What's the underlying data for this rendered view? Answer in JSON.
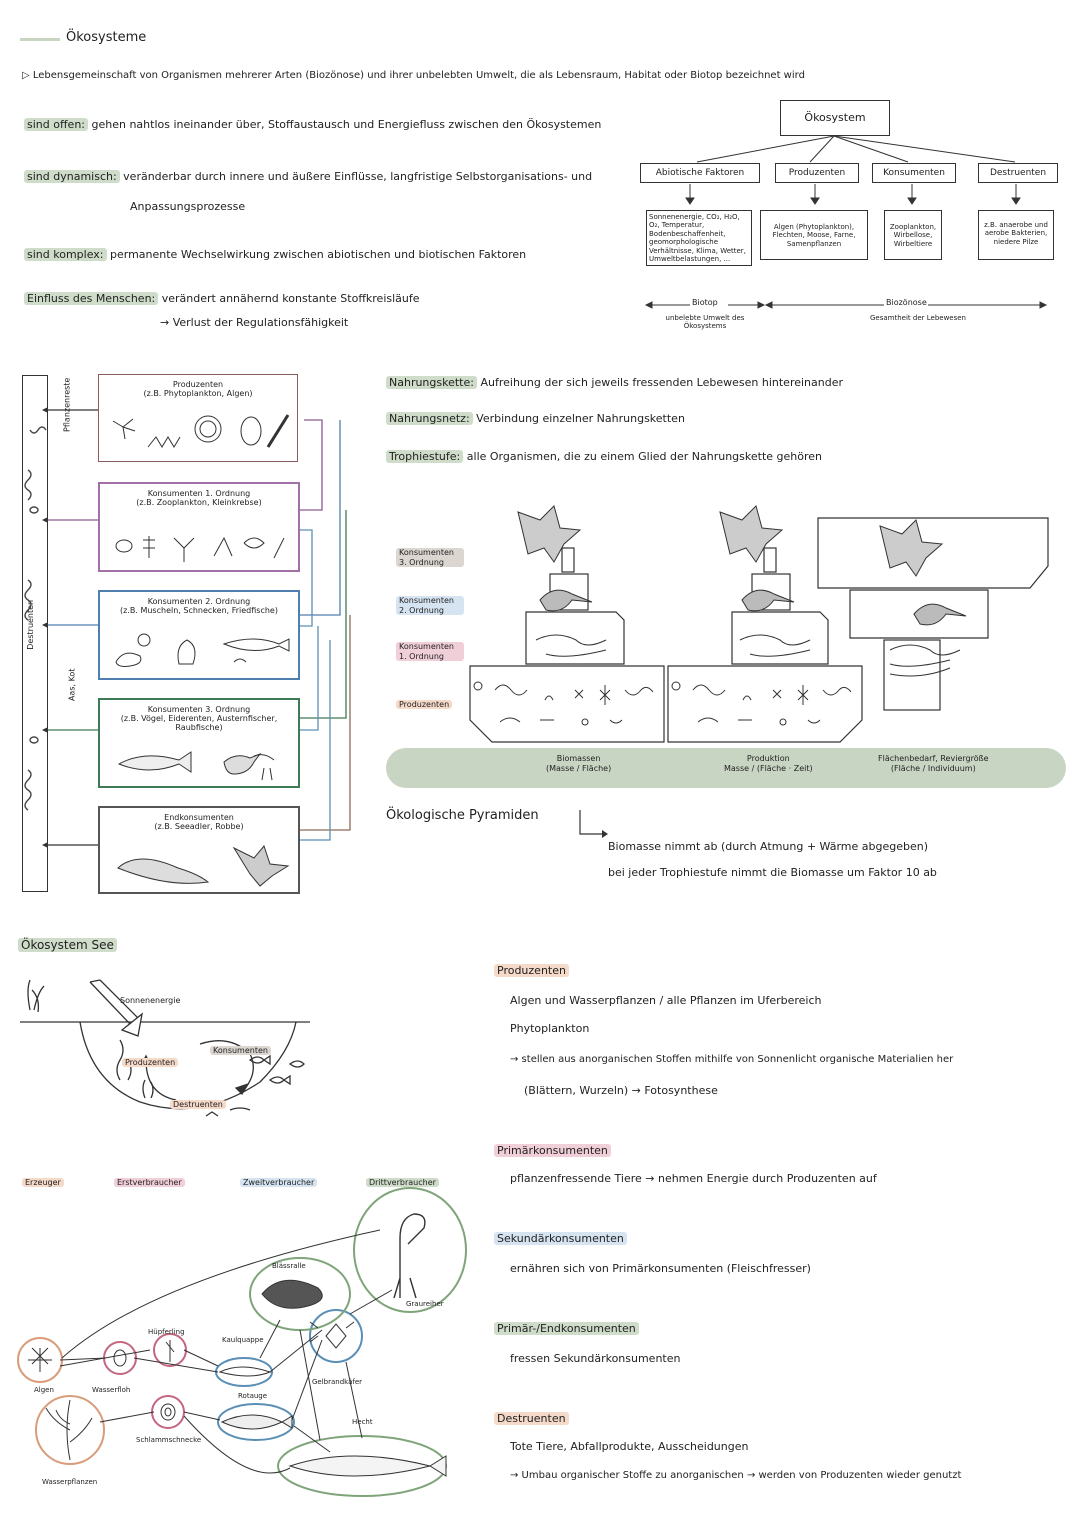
{
  "title": "Ökosysteme",
  "definition": "Lebensgemeinschaft von Organismen mehrerer Arten (Biozönose) und ihrer unbelebten Umwelt, die als Lebensraum, Habitat oder Biotop bezeichnet wird",
  "properties": [
    {
      "label": "sind offen:",
      "text": "gehen nahtlos ineinander über, Stoffaustausch und Energiefluss zwischen den Ökosystemen"
    },
    {
      "label": "sind dynamisch:",
      "text": "veränderbar durch innere und äußere Einflüsse, langfristige Selbstorganisations- und",
      "text2": "Anpassungsprozesse"
    },
    {
      "label": "sind komplex:",
      "text": "permanente Wechselwirkung zwischen abiotischen und biotischen Faktoren"
    },
    {
      "label": "Einfluss des Menschen:",
      "text": "verändert annähernd konstante Stoffkreisläufe",
      "text2": "→ Verlust der Regulationsfähigkeit"
    }
  ],
  "tree": {
    "root": "Ökosystem",
    "nodes": [
      {
        "label": "Abiotische Faktoren",
        "detail": "Sonnenenergie, CO₂, H₂O, O₂, Temperatur, Bodenbeschaffenheit, geomorphologische Verhältnisse, Klima, Wetter, Umweltbelastungen, ..."
      },
      {
        "label": "Produzenten",
        "detail": "Algen (Phytoplankton), Flechten, Moose, Farne, Samenpflanzen"
      },
      {
        "label": "Konsumenten",
        "detail": "Zooplankton, Wirbellose, Wirbeltiere"
      },
      {
        "label": "Destruenten",
        "detail": "z.B. anaerobe und aerobe Bakterien, niedere Pilze"
      }
    ],
    "biotop": "Biotop",
    "biotop_desc": "unbelebte Umwelt des Ökosystems",
    "biozoenose": "Biozönose",
    "biozoenose_desc": "Gesamtheit der Lebewesen"
  },
  "levels_diagram": {
    "side_left": "Destruenten",
    "side_top": "Pflanzenreste",
    "side_mid": "Aas, Kot",
    "boxes": [
      {
        "title": "Produzenten",
        "example": "(z.B. Phytoplankton, Algen)"
      },
      {
        "title": "Konsumenten 1. Ordnung",
        "example": "(z.B. Zooplankton, Kleinkrebse)"
      },
      {
        "title": "Konsumenten 2. Ordnung",
        "example": "(z.B. Muscheln, Schnecken, Friedfische)"
      },
      {
        "title": "Konsumenten 3. Ordnung",
        "example": "(z.B. Vögel, Eiderenten, Austernfischer, Raubfische)"
      },
      {
        "title": "Endkonsumenten",
        "example": "(z.B. Seeadler, Robbe)"
      }
    ]
  },
  "definitions": [
    {
      "term": "Nahrungskette:",
      "text": "Aufreihung der sich jeweils fressenden Lebewesen hintereinander"
    },
    {
      "term": "Nahrungsnetz:",
      "text": "Verbindung einzelner Nahrungsketten"
    },
    {
      "term": "Trophiestufe:",
      "text": "alle Organismen, die zu einem Glied der Nahrungskette gehören"
    }
  ],
  "pyramid_legend": [
    {
      "label": "Konsumenten 3. Ordnung",
      "color": "#dcd6d1"
    },
    {
      "label": "Konsumenten 2. Ordnung",
      "color": "#d6e4f1"
    },
    {
      "label": "Konsumenten 1. Ordnung",
      "color": "#f1cfd9"
    },
    {
      "label": "Produzenten",
      "color": "#f5d9c9"
    }
  ],
  "pyramid_captions": [
    {
      "title": "Biomassen",
      "sub": "(Masse / Fläche)"
    },
    {
      "title": "Produktion",
      "sub": "Masse / (Fläche · Zeit)"
    },
    {
      "title": "Flächenbedarf, Reviergröße",
      "sub": "(Fläche / Individuum)"
    }
  ],
  "pyramid_title": "Ökologische Pyramiden",
  "pyramid_notes": [
    "Biomasse nimmt ab (durch Atmung + Wärme abgegeben)",
    "bei jeder Trophiestufe nimmt die Biomasse um Faktor 10 ab"
  ],
  "lake": {
    "title": "Ökosystem See",
    "sun": "Sonnenenergie",
    "producers": "Produzenten",
    "consumers": "Konsumenten",
    "decomposers": "Destruenten"
  },
  "web_headers": [
    {
      "label": "Erzeuger",
      "color": "#f5d9c9"
    },
    {
      "label": "Erstverbraucher",
      "color": "#f1cfd9"
    },
    {
      "label": "Zweitverbraucher",
      "color": "#d6e4f1"
    },
    {
      "label": "Drittverbraucher",
      "color": "#cfdcc9"
    }
  ],
  "web_organisms": {
    "algen": "Algen",
    "wasserpflanzen": "Wasserpflanzen",
    "wasserfloh": "Wasserfloh",
    "huepferling": "Hüpferling",
    "schlamm": "Schlammschnecke",
    "kaulquappe": "Kaulquappe",
    "rotauge": "Rotauge",
    "blaessralle": "Blässralle",
    "gelbrand": "Gelbrandkäfer",
    "graureiher": "Graureiher",
    "hecht": "Hecht"
  },
  "roles": [
    {
      "term": "Produzenten",
      "color": "#f5d9c9",
      "lines": [
        "Algen und Wasserpflanzen / alle Pflanzen im Uferbereich",
        "Phytoplankton",
        "→ stellen aus anorganischen Stoffen mithilfe von Sonnenlicht organische Materialien her",
        "(Blättern, Wurzeln) → Fotosynthese"
      ]
    },
    {
      "term": "Primärkonsumenten",
      "color": "#f1cfd9",
      "lines": [
        "pflanzenfressende Tiere → nehmen Energie durch Produzenten auf"
      ]
    },
    {
      "term": "Sekundärkonsumenten",
      "color": "#d6e4f1",
      "lines": [
        "ernähren sich von Primärkonsumenten (Fleischfresser)"
      ]
    },
    {
      "term": "Primär-/Endkonsumenten",
      "color": "#cfdcc9",
      "lines": [
        "fressen Sekundärkonsumenten"
      ]
    },
    {
      "term": "Destruenten",
      "color": "#f5d9c9",
      "lines": [
        "Tote Tiere, Abfallprodukte, Ausscheidungen",
        "→ Umbau organischer Stoffe zu anorganischen → werden von Produzenten wieder genutzt"
      ]
    }
  ]
}
